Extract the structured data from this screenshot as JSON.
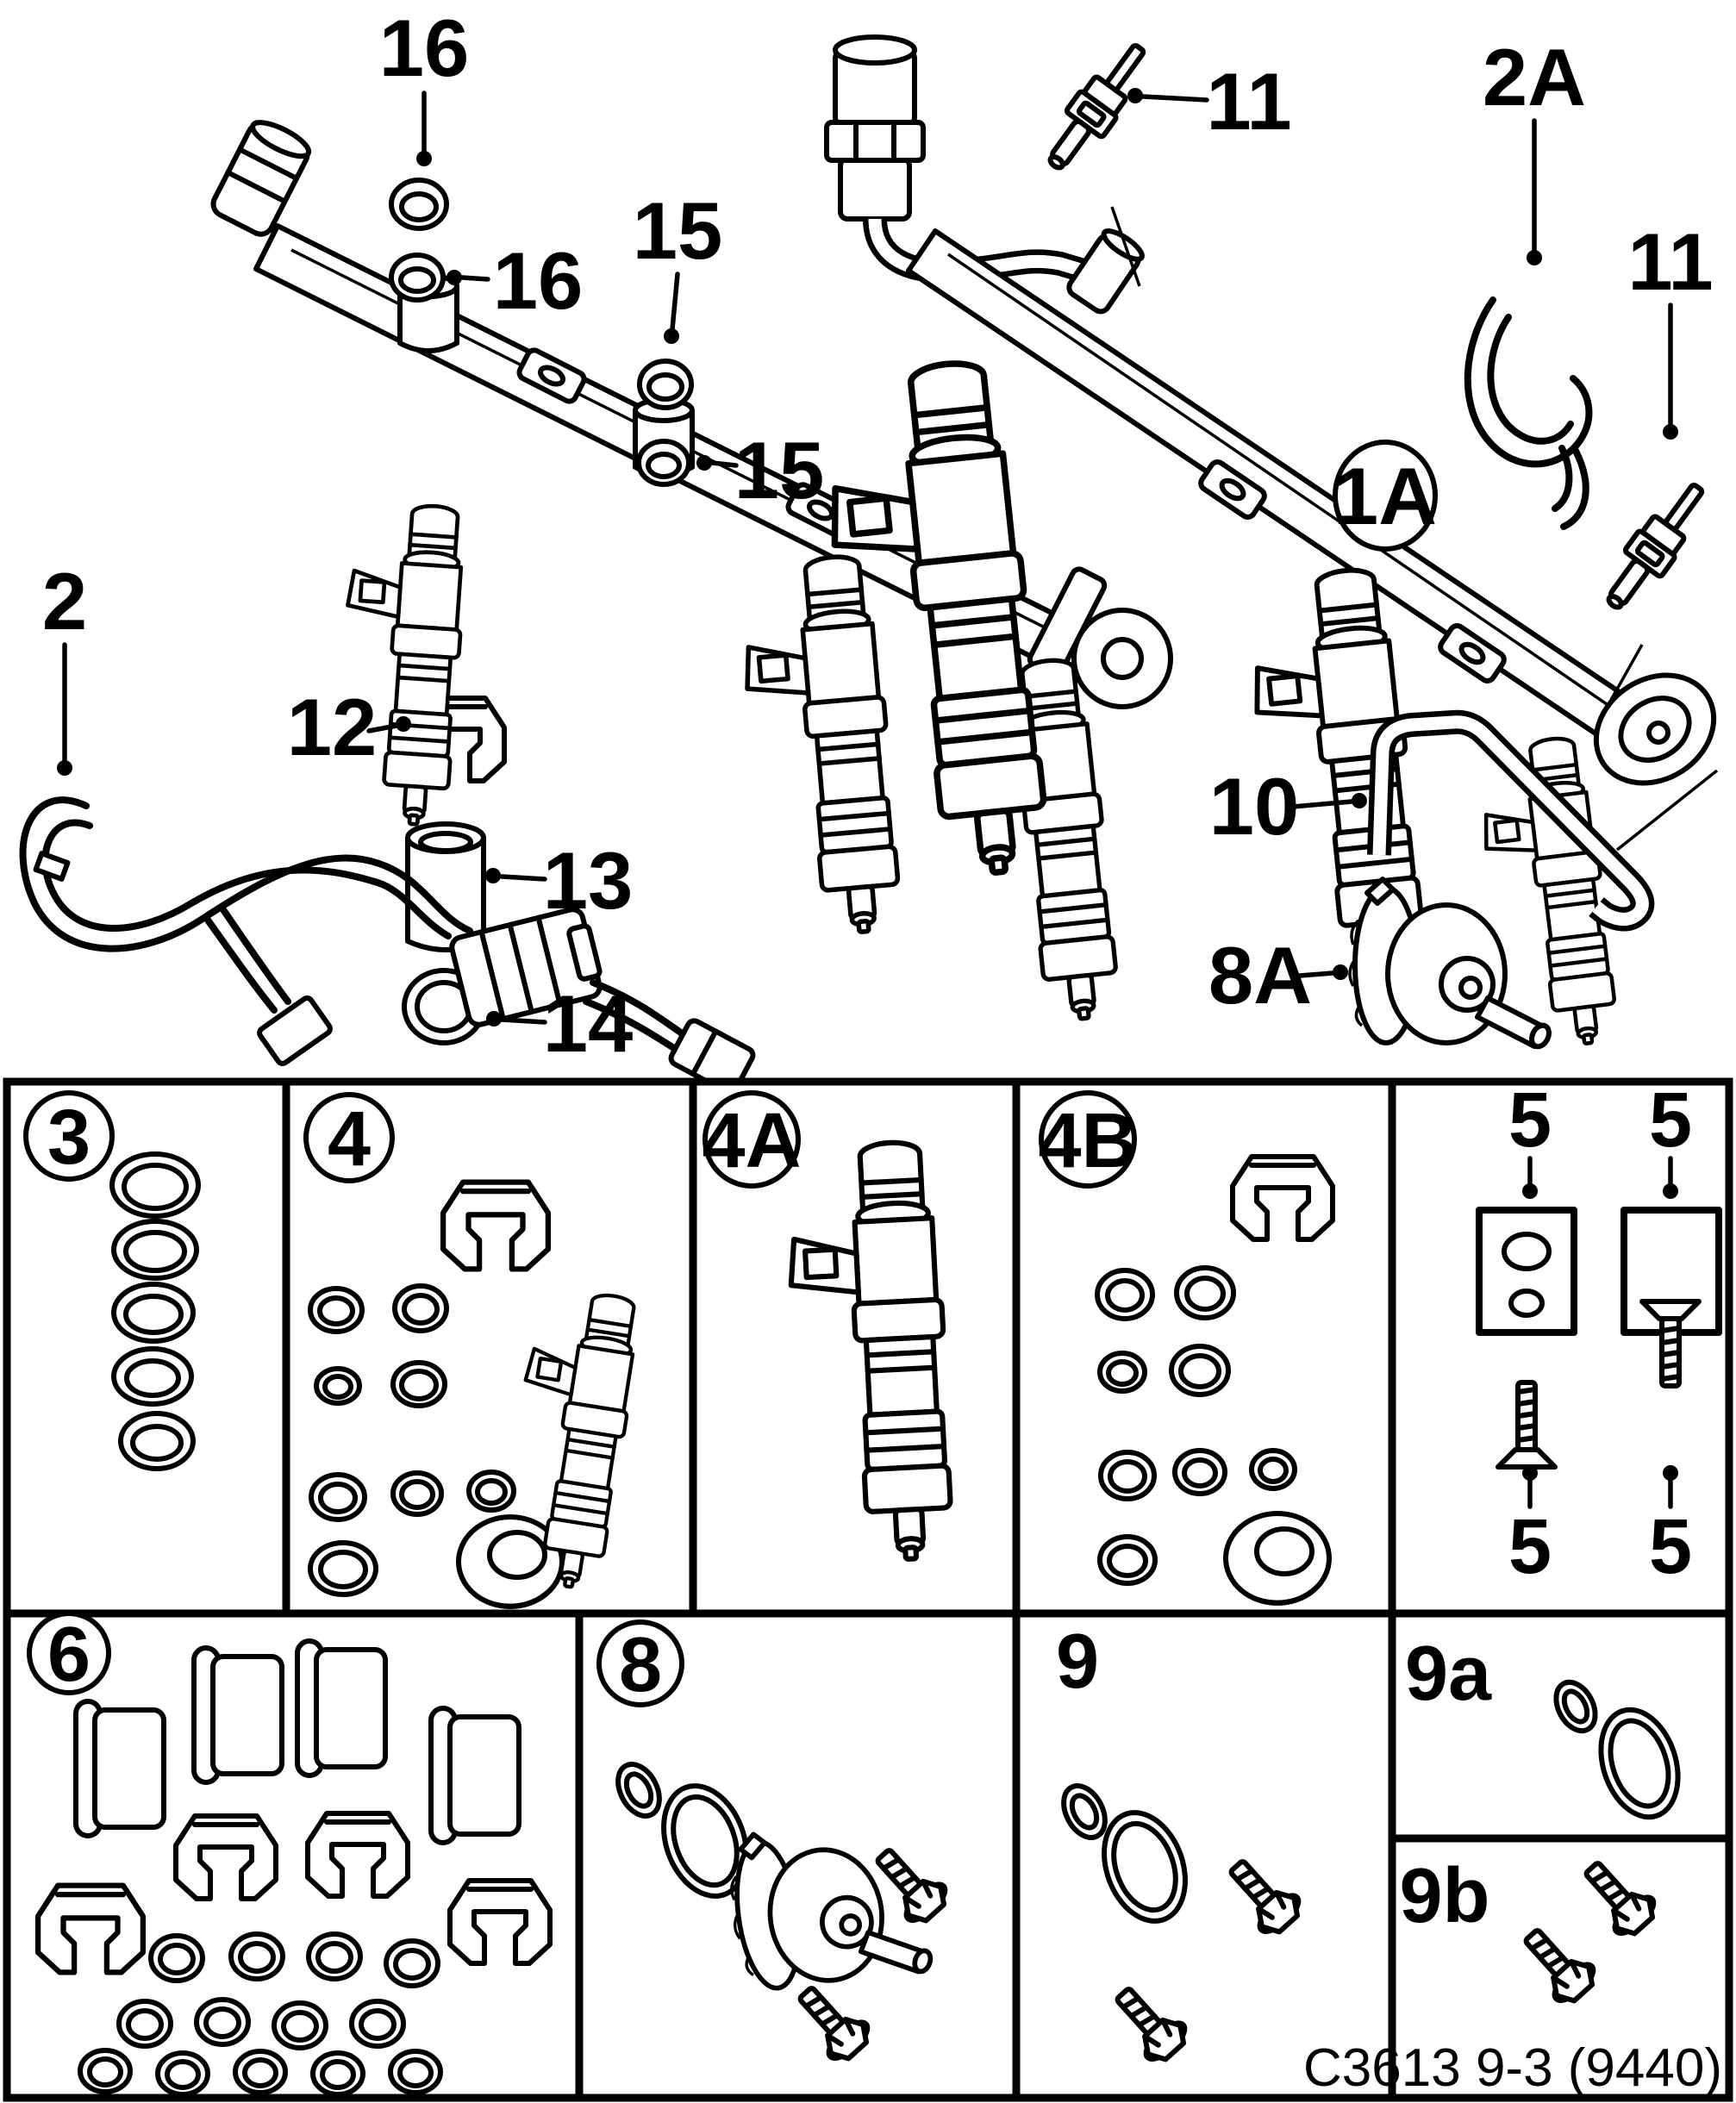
{
  "colors": {
    "ink": "#000000",
    "paper": "#ffffff"
  },
  "figure": {
    "footer_code": "C3613 9-3 (9440)"
  },
  "callouts": {
    "c16_top": "16",
    "c16_side": "16",
    "c15_top": "15",
    "c15_side": "15",
    "c12": "12",
    "c2": "2",
    "c13": "13",
    "c14": "14",
    "c11_left": "11",
    "c2A": "2A",
    "c1A": "1A",
    "c11_right": "11",
    "c10": "10",
    "c8A": "8A"
  },
  "kits": {
    "k3": "3",
    "k4": "4",
    "k4A": "4A",
    "k4B": "4B",
    "k5_top_left": "5",
    "k5_top_right": "5",
    "k5_bottom_left": "5",
    "k5_bottom_right": "5",
    "k6": "6",
    "k8": "8",
    "k9": "9",
    "k9a": "9a",
    "k9b": "9b"
  }
}
